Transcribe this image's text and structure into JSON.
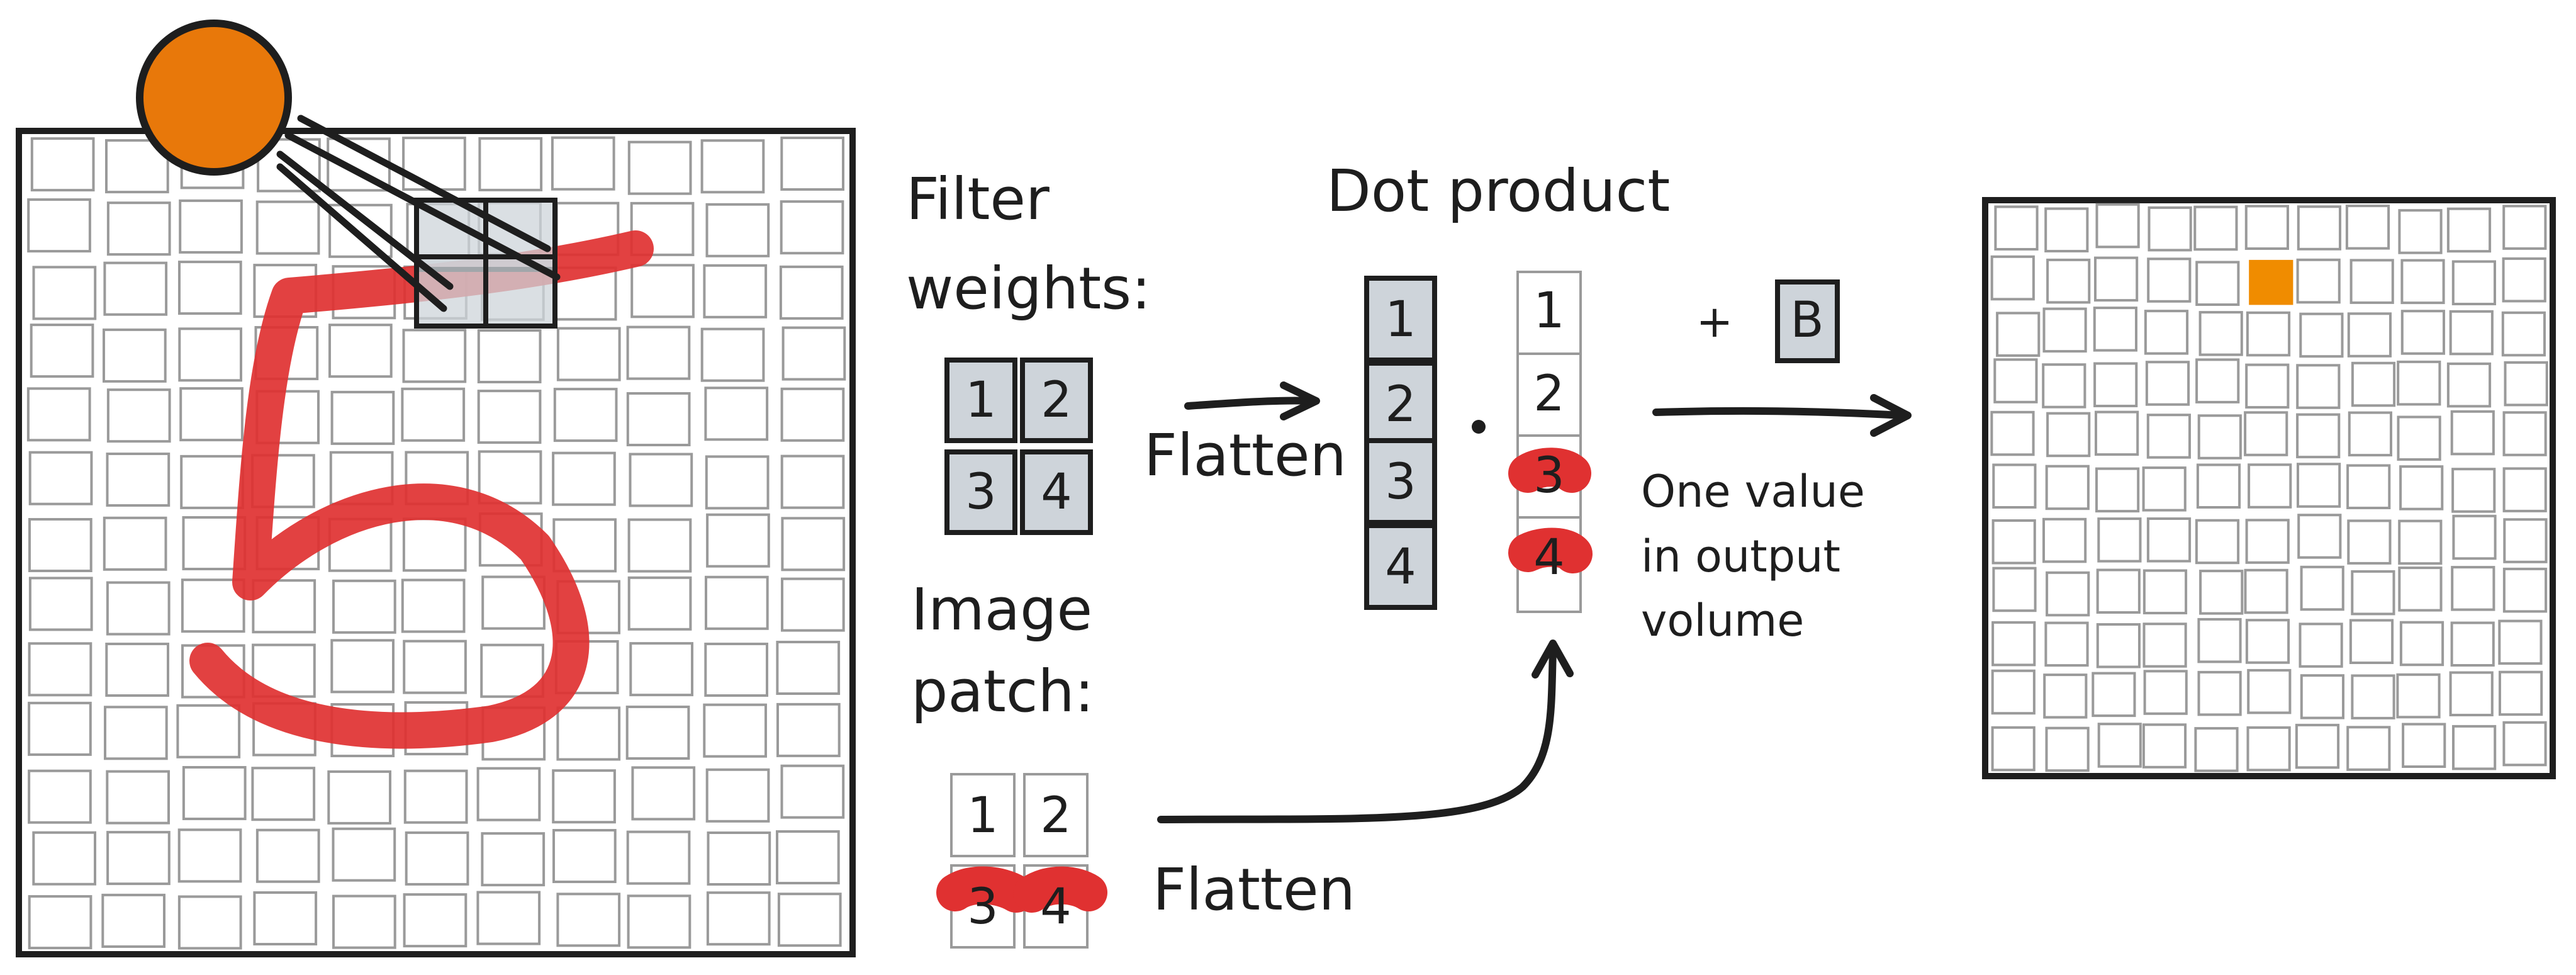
{
  "labels": {
    "filter_weights_line1": "Filter",
    "filter_weights_line2": "weights:",
    "image_patch_line1": "Image",
    "image_patch_line2": "patch:",
    "flatten_top": "Flatten",
    "flatten_bottom": "Flatten",
    "dot_product": "Dot product",
    "dot_operator": "·",
    "plus_sign": "+",
    "bias": "B",
    "output_line1": "One value",
    "output_line2": "in output",
    "output_line3": "volume"
  },
  "filter_matrix": [
    "1",
    "2",
    "3",
    "4"
  ],
  "filter_flat": [
    "1",
    "2",
    "3",
    "4"
  ],
  "patch_matrix": [
    "1",
    "2",
    "3",
    "4"
  ],
  "patch_flat": [
    "1",
    "2",
    "3",
    "4"
  ],
  "input_grid": {
    "rows": 13,
    "cols": 11
  },
  "output_grid": {
    "rows": 11,
    "cols": 11,
    "highlight_row": 1,
    "highlight_col": 5
  },
  "colors": {
    "stroke": "#1e1e1e",
    "cell_border": "#9a9a9a",
    "filter_fill": "#ced4da",
    "digit_stroke": "#e03131",
    "filter_circle": "#e8780a",
    "output_highlight": "#f08c00"
  }
}
